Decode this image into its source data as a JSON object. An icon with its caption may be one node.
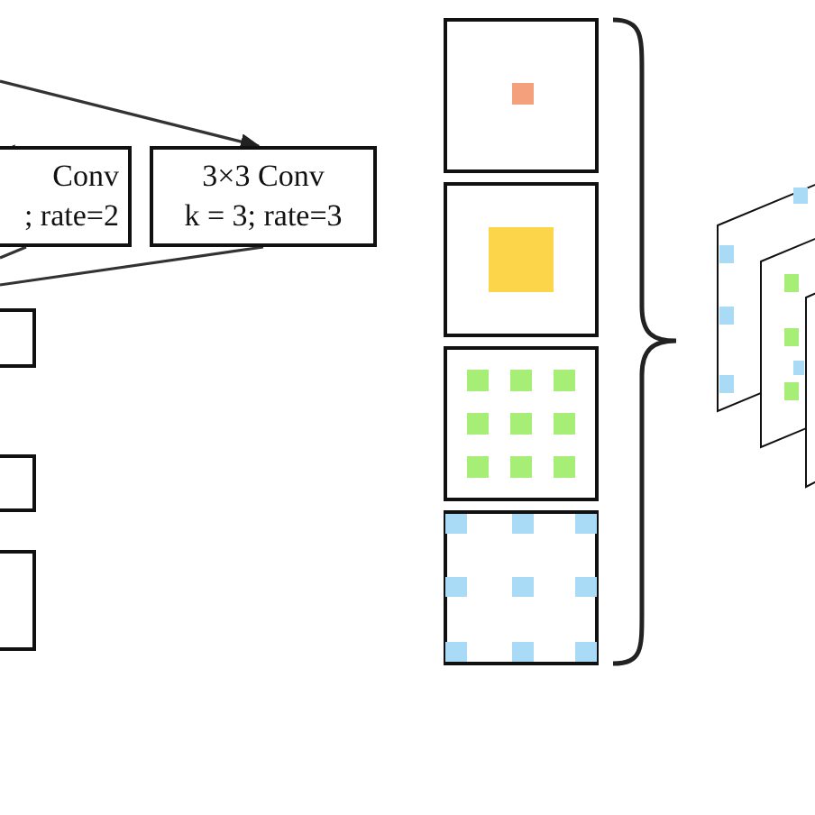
{
  "diagram": {
    "nodes": [
      {
        "text": [
          "Conv",
          "; rate=2"
        ]
      },
      {
        "text": [
          "3×3 Conv",
          "k = 3; rate=3"
        ]
      },
      {
        "text": [],
        "shape": "box"
      },
      {
        "text": [],
        "shape": "box"
      },
      {
        "text": [],
        "shape": "box"
      }
    ],
    "edges": [
      {
        "from": null,
        "to": 0,
        "arrow": "to"
      },
      {
        "from": null,
        "to": 1,
        "arrow": "to"
      },
      {
        "from": 0,
        "to": null,
        "arrow": "none"
      },
      {
        "from": 1,
        "to": null,
        "arrow": "none"
      }
    ]
  }
}
